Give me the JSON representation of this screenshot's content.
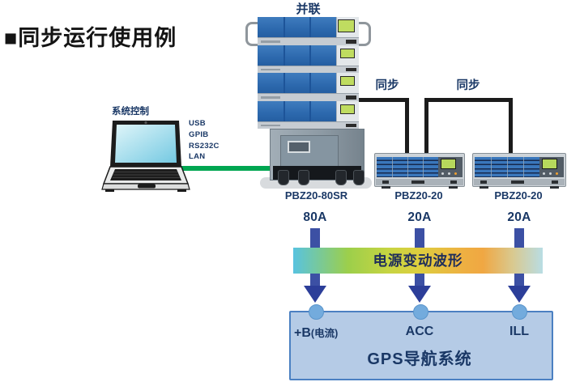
{
  "title": "■同步运行使用例",
  "laptop": {
    "label": "系统控制",
    "interfaces": [
      "USB",
      "GPIB",
      "RS232C",
      "LAN"
    ]
  },
  "stack": {
    "parallel_label": "并联",
    "model": "PBZ20-80SR"
  },
  "sync_labels": [
    "同步",
    "同步"
  ],
  "units": [
    {
      "model": "PBZ20-20"
    },
    {
      "model": "PBZ20-20"
    }
  ],
  "flow": {
    "currents": [
      "80A",
      "20A",
      "20A"
    ],
    "bar_label": "电源变动波形"
  },
  "gps": {
    "title": "GPS导航系统",
    "inputs": [
      {
        "main": "+B",
        "sub": "(电流)"
      },
      {
        "main": "ACC",
        "sub": ""
      },
      {
        "main": "ILL",
        "sub": ""
      }
    ]
  },
  "colors": {
    "text_navy": "#1a3866",
    "title_black": "#141414",
    "arrow_blue": "#3c50a4",
    "arrowhead_blue": "#2c3e99",
    "green_cable": "#00a651",
    "device_blue": "#2e6db4",
    "sync_cable": "#1b1b1b",
    "gps_fill": "#b5cbe6",
    "gps_border": "#4b80c2",
    "node_circle": "#73abdd",
    "bar_gradient": [
      "#58c3e0",
      "#c6d442",
      "#f0a742",
      "#b9dde4"
    ]
  }
}
